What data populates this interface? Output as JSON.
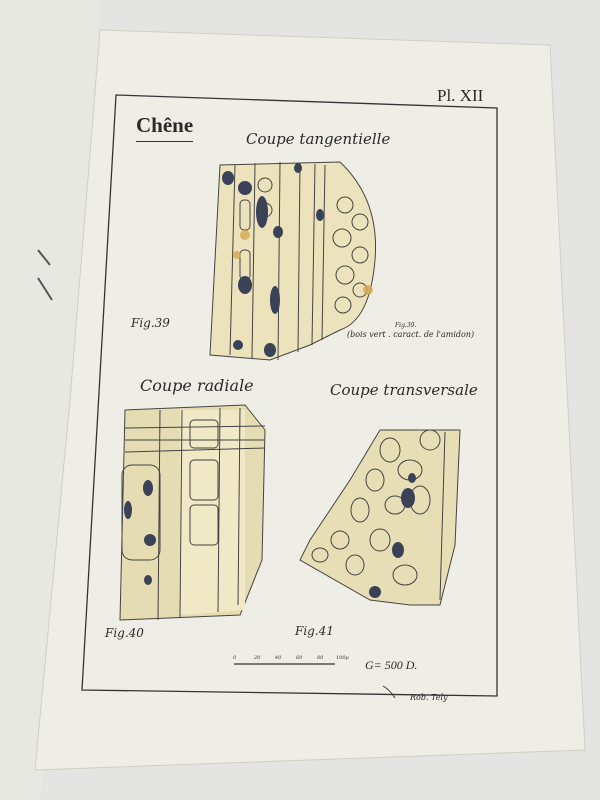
{
  "plate": {
    "number": "Pl. XII",
    "title": "Chêne",
    "figures": [
      {
        "label": "Fig.39",
        "caption": "Coupe tangentielle",
        "note_label": "Fig.39.",
        "note": "(bois vert . caract. de l'amidon)"
      },
      {
        "label": "Fig.40",
        "caption": "Coupe radiale"
      },
      {
        "label": "Fig.41",
        "caption": "Coupe transversale"
      }
    ],
    "scale": {
      "ticks": [
        "0",
        "20",
        "40",
        "60",
        "80",
        "100μ"
      ],
      "magnification": "G= 500 D."
    },
    "signature": "Rob. Tely"
  },
  "colors": {
    "paper": "#eeeee6",
    "wood": "#eadfb5",
    "starch": "#3a4258",
    "ink": "#2a2a2a"
  }
}
